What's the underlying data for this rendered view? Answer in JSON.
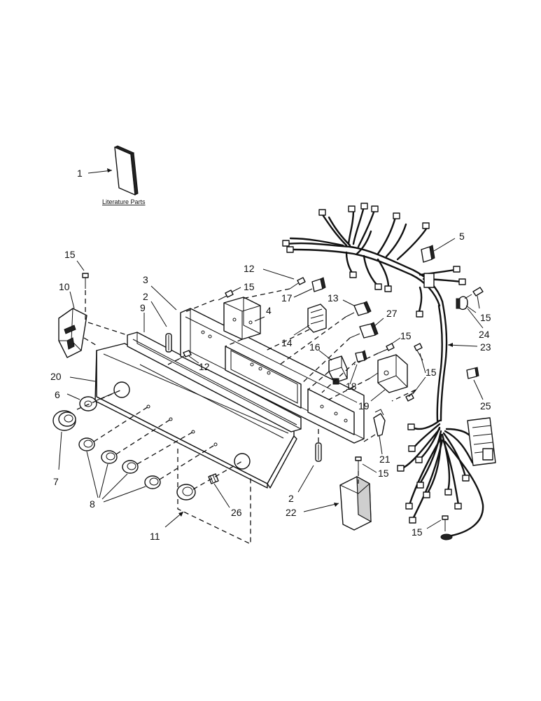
{
  "literature_label": "Literature Parts",
  "callouts": [
    {
      "id": "c1",
      "text": "1"
    },
    {
      "id": "c2a",
      "text": "2"
    },
    {
      "id": "c2b",
      "text": "2"
    },
    {
      "id": "c3",
      "text": "3"
    },
    {
      "id": "c4",
      "text": "4"
    },
    {
      "id": "c5",
      "text": "5"
    },
    {
      "id": "c6",
      "text": "6"
    },
    {
      "id": "c7",
      "text": "7"
    },
    {
      "id": "c8",
      "text": "8"
    },
    {
      "id": "c9",
      "text": "9"
    },
    {
      "id": "c10",
      "text": "10"
    },
    {
      "id": "c11",
      "text": "11"
    },
    {
      "id": "c12a",
      "text": "12"
    },
    {
      "id": "c12b",
      "text": "12"
    },
    {
      "id": "c13",
      "text": "13"
    },
    {
      "id": "c14",
      "text": "14"
    },
    {
      "id": "c15a",
      "text": "15"
    },
    {
      "id": "c15b",
      "text": "15"
    },
    {
      "id": "c15c",
      "text": "15"
    },
    {
      "id": "c15d",
      "text": "15"
    },
    {
      "id": "c15e",
      "text": "15"
    },
    {
      "id": "c15f",
      "text": "15"
    },
    {
      "id": "c15g",
      "text": "15"
    },
    {
      "id": "c16",
      "text": "16"
    },
    {
      "id": "c17",
      "text": "17"
    },
    {
      "id": "c18",
      "text": "18"
    },
    {
      "id": "c19",
      "text": "19"
    },
    {
      "id": "c20",
      "text": "20"
    },
    {
      "id": "c21",
      "text": "21"
    },
    {
      "id": "c22",
      "text": "22"
    },
    {
      "id": "c23",
      "text": "23"
    },
    {
      "id": "c24",
      "text": "24"
    },
    {
      "id": "c25",
      "text": "25"
    },
    {
      "id": "c26",
      "text": "26"
    },
    {
      "id": "c27",
      "text": "27"
    }
  ]
}
